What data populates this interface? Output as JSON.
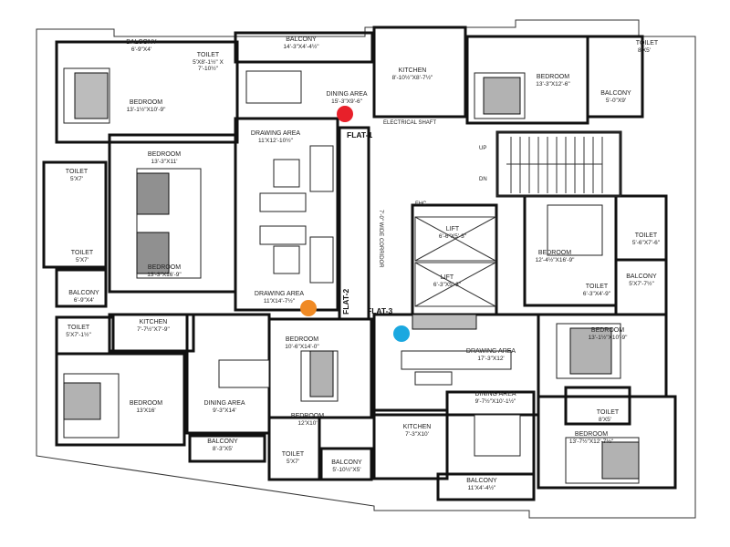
{
  "rooms": {
    "balcony_tl": {
      "name": "BALCONY",
      "dim": "6'-9\"X4'"
    },
    "toilet_tl": {
      "name": "TOILET",
      "dim1": "5'X8'-1½\" X",
      "dim2": "7'-10½\""
    },
    "balcony_top": {
      "name": "BALCONY",
      "dim": "14'-3\"X4'-4½\""
    },
    "kitchen_top": {
      "name": "KITCHEN",
      "dim": "8'-10½\"X8'-7½\""
    },
    "bedroom_top_right": {
      "name": "BEDROOM",
      "dim": "13'-3\"X12'-6\""
    },
    "toilet_tr": {
      "name": "TOILET",
      "dim": "8'X5'"
    },
    "balcony_tr": {
      "name": "BALCONY",
      "dim": "5'-0\"X9'"
    },
    "bedroom_tl": {
      "name": "BEDROOM",
      "dim": "13'-1½\"X10'-9\""
    },
    "dining_1": {
      "name": "DINING AREA",
      "dim": "15'-3\"X9'-6\""
    },
    "elec_shaft": {
      "name": "ELECTRICAL SHAFT"
    },
    "drawing_1": {
      "name": "DRAWING AREA",
      "dim": "11'X12'-10½\""
    },
    "bedroom_mid_a": {
      "name": "BEDROOM",
      "dim": "13'-3\"X11'"
    },
    "toilet_l1": {
      "name": "TOILET",
      "dim": "5'X7'"
    },
    "toilet_l2": {
      "name": "TOILET",
      "dim": "5'X7'"
    },
    "bedroom_mid_b": {
      "name": "BEDROOM",
      "dim": "13'-3\"X16'-9\""
    },
    "balcony_l": {
      "name": "BALCONY",
      "dim": "6'-9\"X4'"
    },
    "drawing_2": {
      "name": "DRAWING AREA",
      "dim": "11'X14'-7½\""
    },
    "corridor": {
      "name": "7'-0\" WIDE CORRIDOR"
    },
    "lift_1": {
      "name": "LIFT",
      "dim": "6'-6\"X5'-3\""
    },
    "lift_2": {
      "name": "LIFT",
      "dim": "6'-3\"X5'-3\""
    },
    "fhc": {
      "name": "FHC"
    },
    "up": {
      "name": "UP"
    },
    "dn": {
      "name": "DN"
    },
    "bedroom_r1": {
      "name": "BEDROOM",
      "dim": "12'-4½\"X16'-9\""
    },
    "toilet_r1": {
      "name": "TOILET",
      "dim": "5'-6\"X7'-6\""
    },
    "balcony_r": {
      "name": "BALCONY",
      "dim": "5'X7'-7½\""
    },
    "toilet_r2": {
      "name": "TOILET",
      "dim": "6'-3\"X4'-9\""
    },
    "bedroom_r2": {
      "name": "BEDROOM",
      "dim": "13'-1½\"X10'-9\""
    },
    "toilet_bl": {
      "name": "TOILET",
      "dim": "5'X7'-1½\""
    },
    "kitchen_bl": {
      "name": "KITCHEN",
      "dim": "7'-7½\"X7'-9\""
    },
    "bedroom_bl": {
      "name": "BEDROOM",
      "dim": "13'X16'"
    },
    "dining_2": {
      "name": "DINING AREA",
      "dim": "9'-3\"X14'"
    },
    "bedroom_2": {
      "name": "BEDROOM",
      "dim": "10'-6\"X14'-0\""
    },
    "bedroom_3": {
      "name": "BEDROOM",
      "dim": "12'X10'"
    },
    "balcony_bl": {
      "name": "BALCONY",
      "dim": "8'-3\"X5'"
    },
    "toilet_b": {
      "name": "TOILET",
      "dim": "5'X7'"
    },
    "balcony_b": {
      "name": "BALCONY",
      "dim": "5'-10½\"X5'"
    },
    "drawing_3": {
      "name": "DRAWING AREA",
      "dim": "17'-3\"X12'"
    },
    "dining_3": {
      "name": "DINING AREA",
      "dim": "9'-7½\"X10'-1½\""
    },
    "kitchen_3": {
      "name": "KITCHEN",
      "dim": "7'-3\"X10'"
    },
    "balcony_bm": {
      "name": "BALCONY",
      "dim": "11'X4'-4½\""
    },
    "toilet_br": {
      "name": "TOILET",
      "dim": "8'X5'"
    },
    "bedroom_br": {
      "name": "BEDROOM",
      "dim": "13'-7½\"X12'-7½\""
    }
  },
  "flats": {
    "flat1": "FLAT-1",
    "flat2": "FLAT-2",
    "flat3": "FLAT-3"
  },
  "markers": {
    "red": "#e8202a",
    "orange": "#f08a24",
    "blue": "#1ba8e0"
  }
}
